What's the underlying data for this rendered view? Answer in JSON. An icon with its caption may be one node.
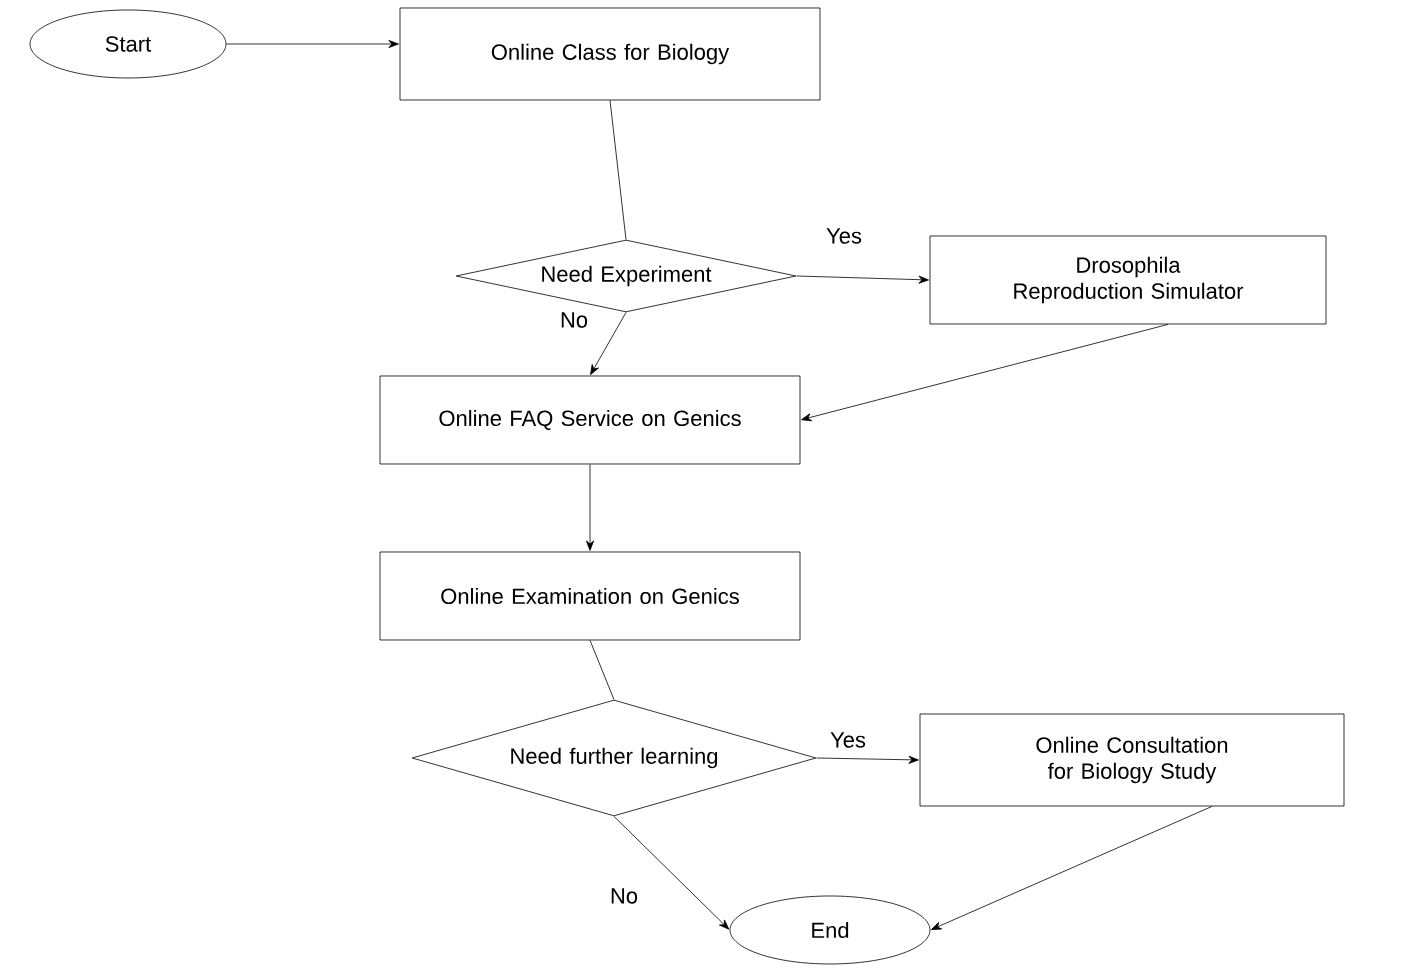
{
  "diagram": {
    "nodes": [
      {
        "text": [
          "Start"
        ]
      },
      {
        "text": [
          "Online Class for Biology"
        ]
      },
      {
        "text": [
          "Need Experiment"
        ]
      },
      {
        "text": [
          "Drosophila Reproduction Simulator"
        ]
      },
      {
        "text": [
          "Online FAQ Service on Genics"
        ]
      },
      {
        "text": [
          "Online Examination on Genics"
        ]
      },
      {
        "text": [
          "Need further learning"
        ]
      },
      {
        "text": [
          "Online Consultation for Biology Study"
        ]
      },
      {
        "text": [
          "End"
        ]
      }
    ],
    "edges": [
      {
        "from": 0,
        "to": 1,
        "arrow": "to"
      },
      {
        "from": 1,
        "to": 2,
        "arrow": "none"
      },
      {
        "from": 2,
        "to": 3,
        "arrow": "to",
        "label": "Yes"
      },
      {
        "from": 2,
        "to": 4,
        "arrow": "to",
        "label": "No"
      },
      {
        "from": 3,
        "to": 4,
        "arrow": "to"
      },
      {
        "from": 4,
        "to": 5,
        "arrow": "to"
      },
      {
        "from": 5,
        "to": 6,
        "arrow": "none"
      },
      {
        "from": 6,
        "to": 7,
        "arrow": "to",
        "label": "Yes"
      },
      {
        "from": 6,
        "to": 8,
        "arrow": "to",
        "label": "No"
      },
      {
        "from": 7,
        "to": 8,
        "arrow": "to"
      }
    ]
  }
}
